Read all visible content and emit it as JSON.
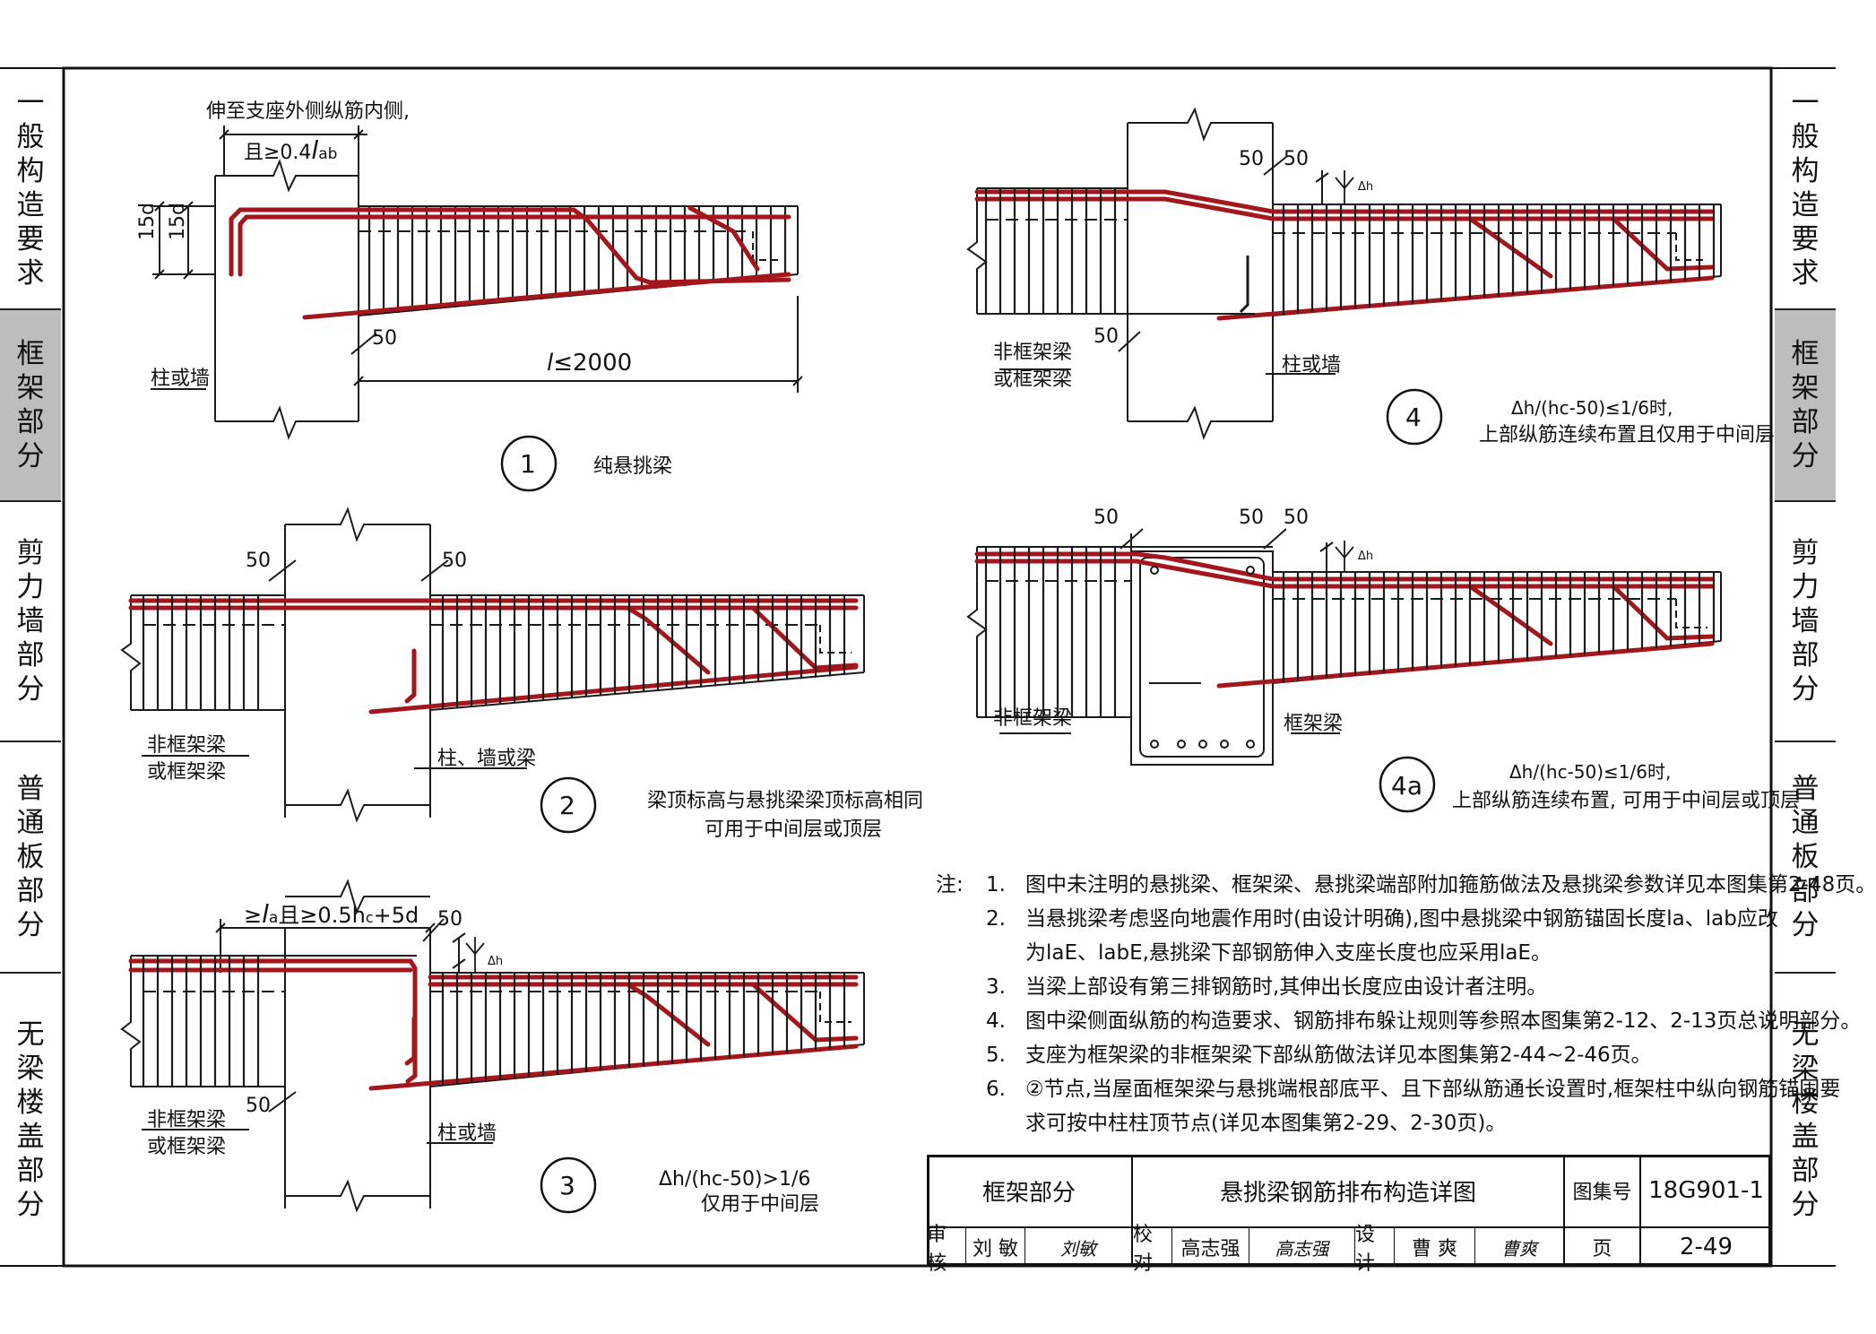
{
  "side_tabs_left": [
    {
      "label": "一般构造要求",
      "active": false
    },
    {
      "label": "框架部分",
      "active": true
    },
    {
      "label": "剪力墙部分",
      "active": false
    },
    {
      "label": "普通板部分",
      "active": false
    },
    {
      "label": "无梁楼盖部分",
      "active": false
    }
  ],
  "side_tabs_right": [
    {
      "label": "一般构造要求",
      "active": false
    },
    {
      "label": "框架部分",
      "active": true
    },
    {
      "label": "剪力墙部分",
      "active": false
    },
    {
      "label": "普通板部分",
      "active": false
    },
    {
      "label": "无梁楼盖部分",
      "active": false
    }
  ],
  "detail1": {
    "number": "1",
    "title": "纯悬挑梁",
    "note_top": "伸至支座外侧纵筋内侧,",
    "note_top2_prefix": "且≥0.4",
    "note_top2_sym": "l",
    "note_top2_sub": "ab",
    "dim_15d_outer": "15d",
    "dim_15d_inner": "15d",
    "dim_50": "50",
    "span_sym": "l",
    "span_val": "≤2000",
    "support_label": "柱或墙"
  },
  "detail2": {
    "number": "2",
    "dim_50_left": "50",
    "dim_50_right": "50",
    "beam_label_1": "非框架梁",
    "beam_label_2": "或框架梁",
    "support_label": "柱、墙或梁",
    "caption_1": "梁顶标高与悬挑梁梁顶标高相同",
    "caption_2": "可用于中间层或顶层"
  },
  "detail3": {
    "number": "3",
    "dim_top_a": "≥",
    "dim_top_sym": "l",
    "dim_top_sub": "a",
    "dim_top_b": "且≥0.5h",
    "dim_top_c": "+5d",
    "dim_top_hsub": "c",
    "dim_50_top": "50",
    "dim_50_bottom": "50",
    "dh_mark": "Δh",
    "beam_label_1": "非框架梁",
    "beam_label_2": "或框架梁",
    "support_label": "柱或墙",
    "caption_1": "Δh/(hc-50)>1/6",
    "caption_2": "仅用于中间层"
  },
  "detail4": {
    "number": "4",
    "dim_50_a": "50",
    "dim_50_b": "50",
    "dim_50_bottom": "50",
    "dh_mark": "Δh",
    "beam_label_1": "非框架梁",
    "beam_label_2": "或框架梁",
    "support_label": "柱或墙",
    "caption_1": "Δh/(hc-50)≤1/6时,",
    "caption_2": "上部纵筋连续布置且仅用于中间层"
  },
  "detail4a": {
    "number": "4a",
    "dim_50_left": "50",
    "dim_50_a": "50",
    "dim_50_b": "50",
    "dh_mark": "Δh",
    "beam_label_left": "非框架梁",
    "beam_label_right": "框架梁",
    "caption_1": "Δh/(hc-50)≤1/6时,",
    "caption_2": "上部纵筋连续布置, 可用于中间层或顶层"
  },
  "notes": {
    "heading": "注:",
    "items": [
      {
        "n": "1.",
        "text": "图中未注明的悬挑梁、框架梁、悬挑梁端部附加箍筋做法及悬挑梁参数详见本图集第2-48页。"
      },
      {
        "n": "2.",
        "text": "当悬挑梁考虑竖向地震作用时(由设计明确),图中悬挑梁中钢筋锚固长度la、lab应改"
      },
      {
        "n": "",
        "text": "为laE、labE,悬挑梁下部钢筋伸入支座长度也应采用laE。"
      },
      {
        "n": "3.",
        "text": "当梁上部设有第三排钢筋时,其伸出长度应由设计者注明。"
      },
      {
        "n": "4.",
        "text": "图中梁侧面纵筋的构造要求、钢筋排布躲让规则等参照本图集第2-12、2-13页总说明部分。"
      },
      {
        "n": "5.",
        "text": "支座为框架梁的非框架梁下部纵筋做法详见本图集第2-44~2-46页。"
      },
      {
        "n": "6.",
        "text": "②节点,当屋面框架梁与悬挑端根部底平、且下部纵筋通长设置时,框架柱中纵向钢筋锚固要"
      },
      {
        "n": "",
        "text": "求可按中柱柱顶节点(详见本图集第2-29、2-30页)。"
      }
    ]
  },
  "title_block": {
    "section": "框架部分",
    "title": "悬挑梁钢筋排布构造详图",
    "atlas_label": "图集号",
    "atlas_no": "18G901-1",
    "review_label": "审核",
    "reviewer": "刘 敏",
    "reviewer_sign": "刘敏",
    "check_label": "校对",
    "checker": "高志强",
    "checker_sign": "高志强",
    "design_label": "设计",
    "designer": "曹 爽",
    "designer_sign": "曹爽",
    "page_label": "页",
    "page_no": "2-49"
  },
  "colors": {
    "rebar_red": "#a3171c",
    "line_black": "#1a1a1a",
    "tab_active": "#bdbdbd"
  }
}
